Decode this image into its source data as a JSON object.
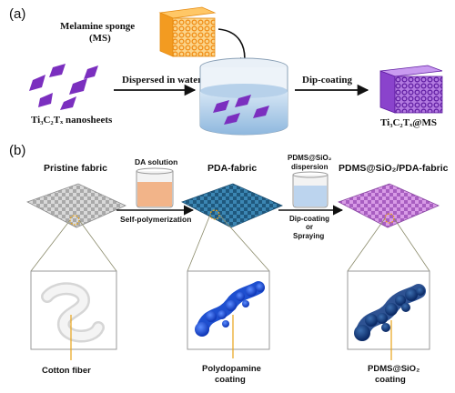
{
  "panel_a": {
    "label": "(a)",
    "sponge_label_line1": "Melamine sponge",
    "sponge_label_line2": "(MS)",
    "nanosheets_label": "Ti₃C₂Tₓ nanosheets",
    "disperse_label": "Dispersed in water",
    "dip_label": "Dip-coating",
    "product_label": "Ti₃C₂Tₓ@MS"
  },
  "panel_b": {
    "label": "(b)",
    "pristine_label": "Pristine fabric",
    "da_label": "DA solution",
    "selfpoly_label": "Self-polymerization",
    "pda_label": "PDA-fabric",
    "dispersion_line1": "PDMS@SiO₂",
    "dispersion_line2": "dispersion",
    "dip_line1": "Dip-coating",
    "dip_line2": "or",
    "dip_line3": "Spraying",
    "final_label": "PDMS@SiO₂/PDA-fabric",
    "cotton_label": "Cotton fiber",
    "pda_coat_line1": "Polydopamine",
    "pda_coat_line2": "coating",
    "final_coat_line1": "PDMS@SiO₂",
    "final_coat_line2": "coating"
  },
  "colors": {
    "sponge": "#f5a623",
    "mxene": "#7b2fbf",
    "beaker_water": "#b9d3ec",
    "fabric_gray": "#c8c8c8",
    "fabric_blue": "#2f6f9a",
    "fabric_pink": "#c47ad6",
    "da_solution": "#f2b489",
    "pdms_solution": "#bcd4ee",
    "fiber_blue": "#1e5bd8",
    "arrow_orange": "#e8a317"
  }
}
